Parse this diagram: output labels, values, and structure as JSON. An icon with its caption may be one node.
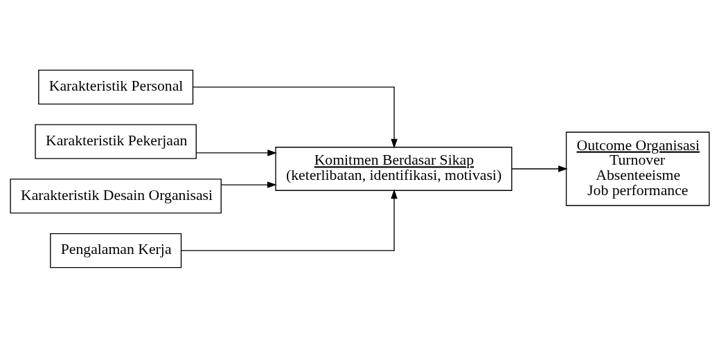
{
  "diagram": {
    "nodes": [
      {
        "text": [
          "Karakteristik Personal"
        ]
      },
      {
        "text": [
          "Karakteristik Pekerjaan"
        ]
      },
      {
        "text": [
          "Karakteristik Desain Organisasi"
        ]
      },
      {
        "text": [
          "Pengalaman Kerja"
        ]
      },
      {
        "text": [
          "Komitmen Berdasar Sikap",
          "(keterlibatan, identifikasi, motivasi)"
        ]
      },
      {
        "text": [
          "Outcome Organisasi",
          "Turnover",
          "Absenteeisme",
          "Job performance"
        ]
      }
    ],
    "edges": [
      {
        "from": 0,
        "to": 4,
        "arrow": "to"
      },
      {
        "from": 1,
        "to": 4,
        "arrow": "to"
      },
      {
        "from": 2,
        "to": 4,
        "arrow": "to"
      },
      {
        "from": 3,
        "to": 4,
        "arrow": "to"
      },
      {
        "from": 4,
        "to": 5,
        "arrow": "to"
      }
    ]
  }
}
